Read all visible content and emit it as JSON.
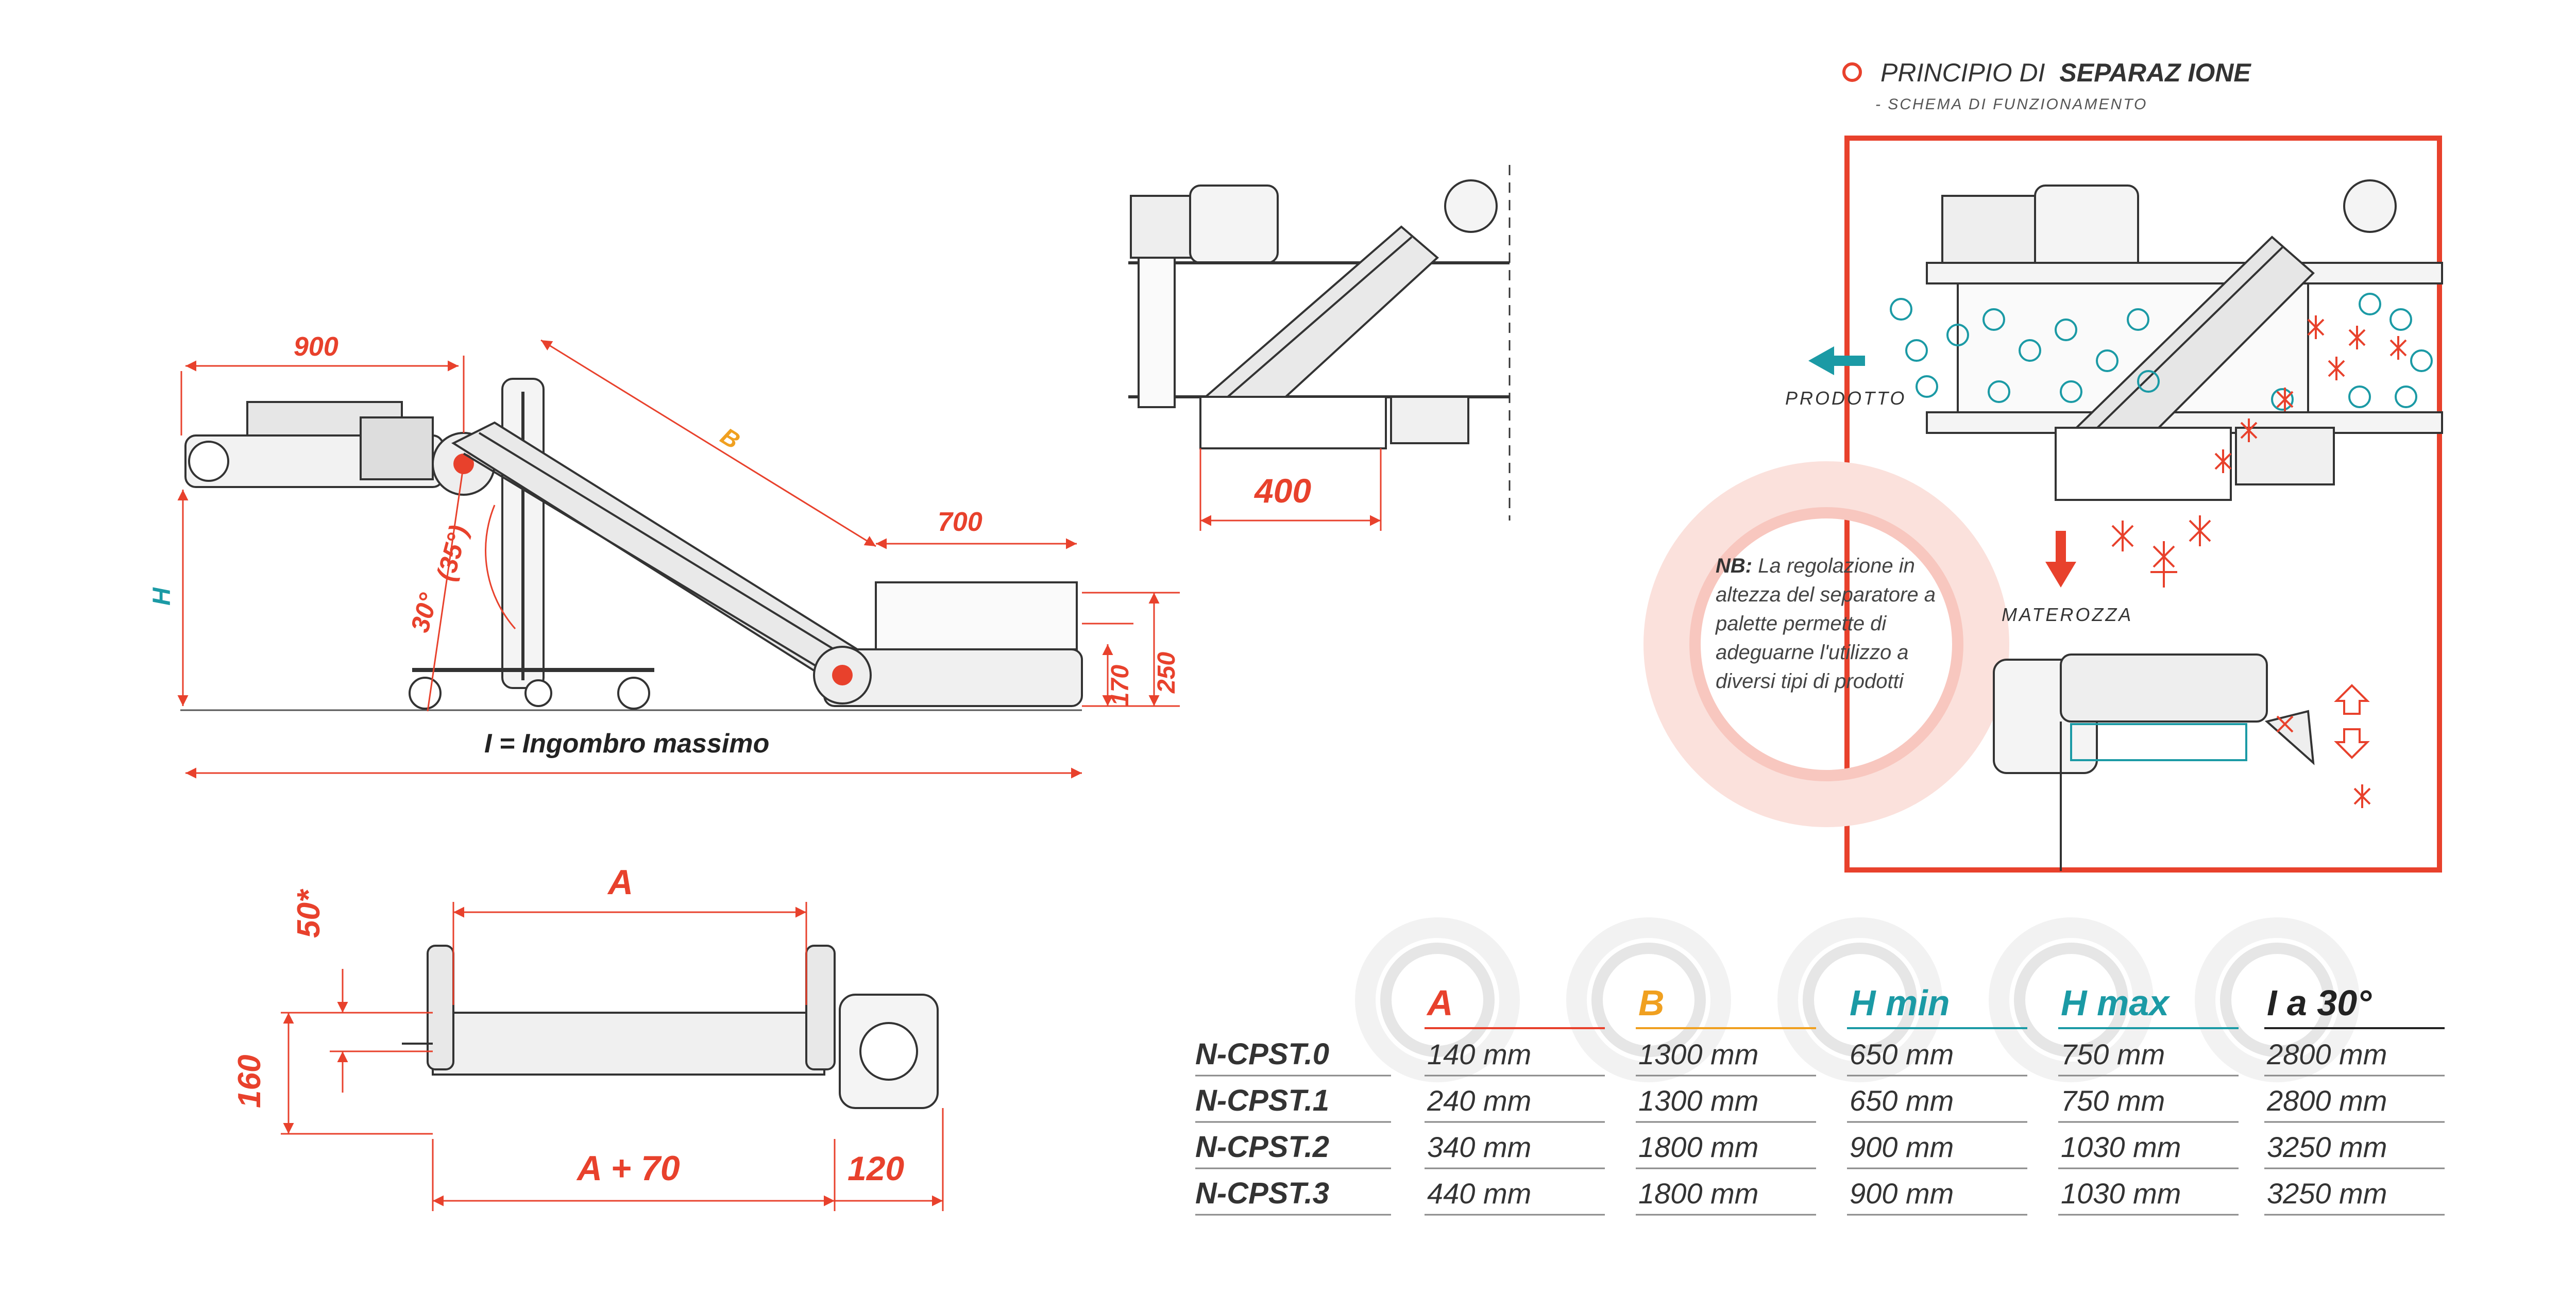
{
  "title": {
    "prefix": "PRINCIPIO DI",
    "bold": "SEPARAZ IONE",
    "subtitle": "- SCHEMA DI FUNZIONAMENTO"
  },
  "labels": {
    "prodotto": "PRODOTTO",
    "materozza": "MATEROZZA",
    "ingombro": "I = Ingombro massimo"
  },
  "dimensions": {
    "d900": "900",
    "d700": "700",
    "d400": "400",
    "B": "B",
    "H": "H",
    "a30": "30°",
    "a35": "(35°)",
    "d170": "170",
    "d250": "250",
    "A": "A",
    "A70": "A + 70",
    "d50": "50*",
    "d160": "160",
    "d120": "120"
  },
  "note": {
    "prefix": "NB:",
    "text": "La regolazione in altezza del separatore a palette permette di adeguarne l'utilizzo a diversi tipi di prodotti"
  },
  "table": {
    "headers": [
      "A",
      "B",
      "H min",
      "H max",
      "I a 30°"
    ],
    "rows": [
      {
        "name": "N-CPST.0",
        "cells": [
          "140 mm",
          "1300 mm",
          "650 mm",
          "750 mm",
          "2800 mm"
        ]
      },
      {
        "name": "N-CPST.1",
        "cells": [
          "240 mm",
          "1300 mm",
          "650 mm",
          "750 mm",
          "2800 mm"
        ]
      },
      {
        "name": "N-CPST.2",
        "cells": [
          "340 mm",
          "1800 mm",
          "900 mm",
          "1030 mm",
          "3250 mm"
        ]
      },
      {
        "name": "N-CPST.3",
        "cells": [
          "440 mm",
          "1800 mm",
          "900 mm",
          "1030 mm",
          "3250 mm"
        ]
      }
    ]
  },
  "colors": {
    "accent_red": "#e8412c",
    "orange": "#f0a020",
    "teal": "#1b9aa5",
    "dark": "#222222",
    "ring": "#f8c7bf"
  }
}
